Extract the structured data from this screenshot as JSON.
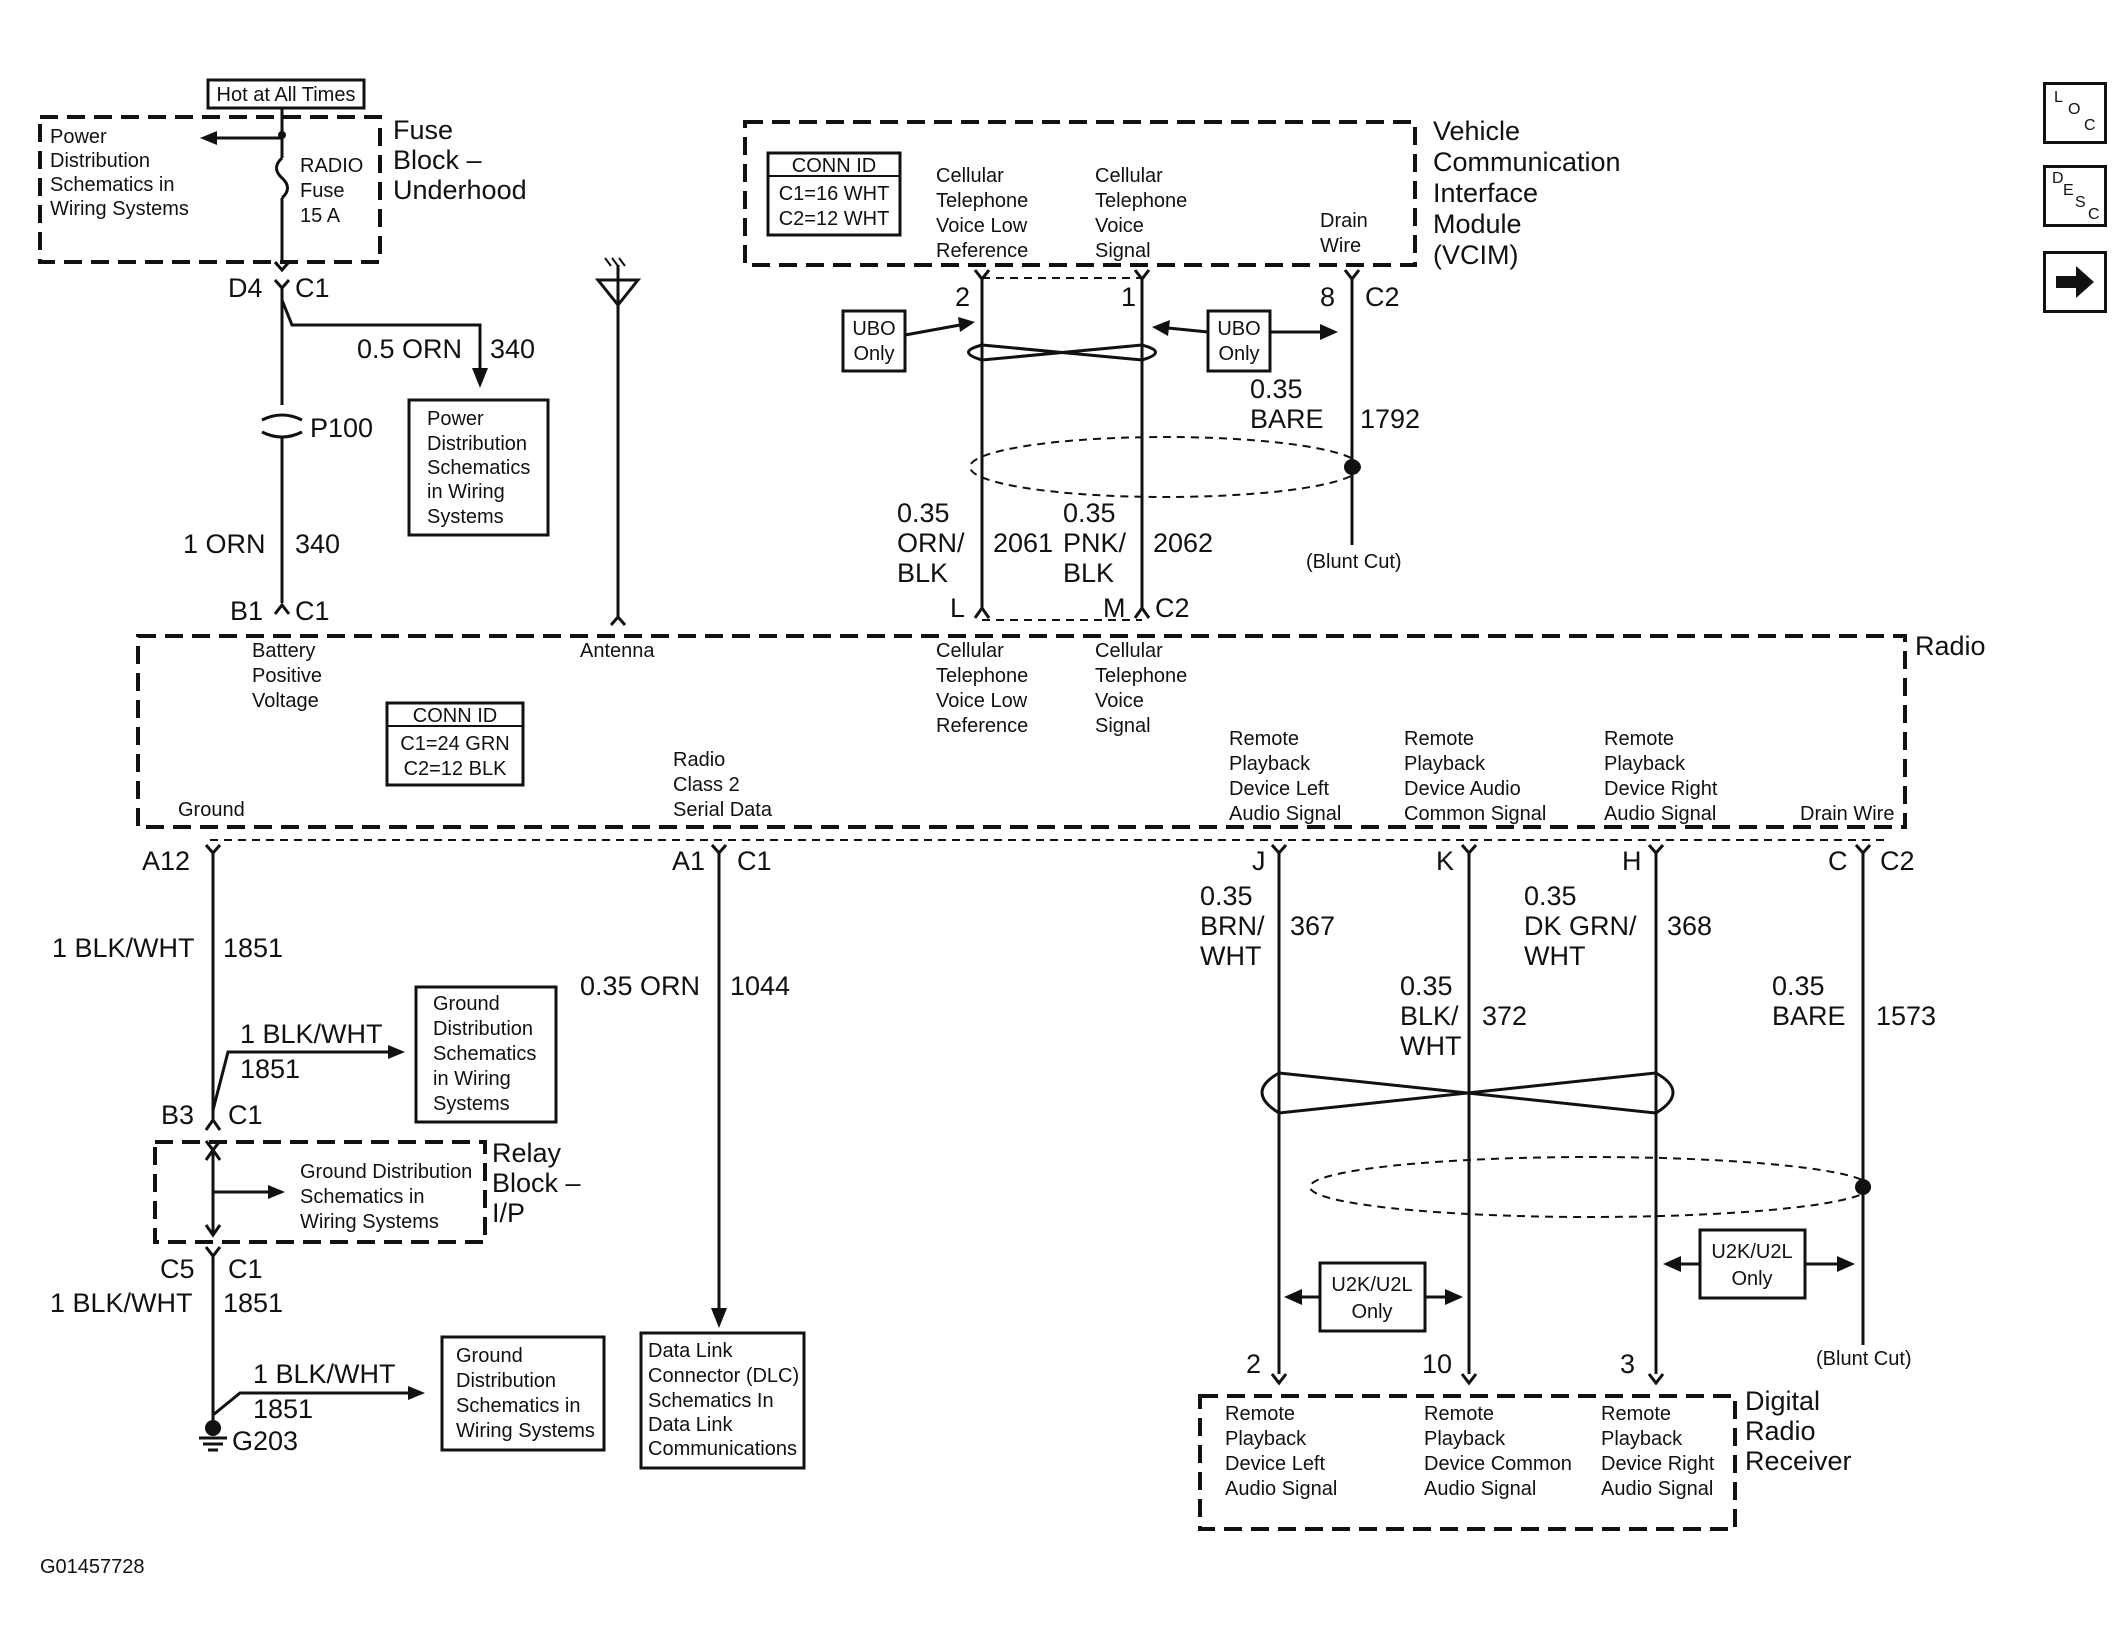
{
  "fuse_block": {
    "hot": "Hot at All Times",
    "power_ref": [
      "Power",
      "Distribution",
      "Schematics in",
      "Wiring Systems"
    ],
    "fuse": [
      "RADIO",
      "Fuse",
      "15 A"
    ],
    "title": [
      "Fuse",
      "Block –",
      "Underhood"
    ]
  },
  "splice_power": {
    "d4": "D4",
    "c1": "C1",
    "wire": "0.5 ORN",
    "circuit": "340",
    "p100": "P100",
    "ref": [
      "Power",
      "Distribution",
      "Schematics",
      "in Wiring",
      "Systems"
    ],
    "wire2": "1 ORN",
    "circuit2": "340",
    "b1": "B1",
    "c1b": "C1"
  },
  "vcim": {
    "title": [
      "Vehicle",
      "Communication",
      "Interface",
      "Module",
      "(VCIM)"
    ],
    "conn_head": "CONN ID",
    "conn_lines": [
      "C1=16 WHT",
      "C2=12 WHT"
    ],
    "pin_labels": [
      [
        "Cellular",
        "Telephone",
        "Voice Low",
        "Reference"
      ],
      [
        "Cellular",
        "Telephone",
        "Voice",
        "Signal"
      ],
      [
        "Drain",
        "Wire"
      ]
    ],
    "pins": [
      "2",
      "1",
      "8"
    ],
    "conn": "C2",
    "ubo": [
      "UBO",
      "Only"
    ],
    "bare_gauge": "0.35",
    "bare_color": "BARE",
    "bare_circuit": "1792",
    "blunt": "(Blunt Cut)",
    "w1_gauge": "0.35",
    "w1_color": [
      "ORN/",
      "BLK"
    ],
    "w1_circuit": "2061",
    "w2_gauge": "0.35",
    "w2_color": [
      "PNK/",
      "BLK"
    ],
    "w2_circuit": "2062",
    "radio_pins": [
      "L",
      "M"
    ],
    "radio_conn": "C2"
  },
  "radio": {
    "title": "Radio",
    "battery": [
      "Battery",
      "Positive",
      "Voltage"
    ],
    "antenna": "Antenna",
    "cell1": [
      "Cellular",
      "Telephone",
      "Voice Low",
      "Reference"
    ],
    "cell2": [
      "Cellular",
      "Telephone",
      "Voice",
      "Signal"
    ],
    "conn_head": "CONN ID",
    "conn_lines": [
      "C1=24 GRN",
      "C2=12 BLK"
    ],
    "class2": [
      "Radio",
      "Class 2",
      "Serial Data"
    ],
    "ground": "Ground",
    "rp_left": [
      "Remote",
      "Playback",
      "Device Left",
      "Audio Signal"
    ],
    "rp_common": [
      "Remote",
      "Playback",
      "Device Audio",
      "Common Signal"
    ],
    "rp_right": [
      "Remote",
      "Playback",
      "Device Right",
      "Audio Signal"
    ],
    "drain": "Drain Wire"
  },
  "ground_path": {
    "a12": "A12",
    "wire": "1 BLK/WHT",
    "circuit": "1851",
    "wire_b": "1 BLK/WHT",
    "circuit_b": "1851",
    "ref1": [
      "Ground",
      "Distribution",
      "Schematics",
      "in Wiring",
      "Systems"
    ],
    "b3": "B3",
    "c1": "C1",
    "relay_ref": [
      "Ground Distribution",
      "Schematics in",
      "Wiring Systems"
    ],
    "relay_title": [
      "Relay",
      "Block –",
      "I/P"
    ],
    "c5": "C5",
    "c1b": "C1",
    "wire2": "1 BLK/WHT",
    "circuit2": "1851",
    "wire3": "1 BLK/WHT",
    "circuit3": "1851",
    "g203": "G203",
    "ref2": [
      "Ground",
      "Distribution",
      "Schematics in",
      "Wiring Systems"
    ]
  },
  "data_path": {
    "a1": "A1",
    "c1": "C1",
    "wire": "0.35 ORN",
    "circuit": "1044",
    "dlc": [
      "Data Link",
      "Connector (DLC)",
      "Schematics In",
      "Data Link",
      "Communications"
    ]
  },
  "drr_path": {
    "pins_top": [
      "J",
      "K",
      "H",
      "C"
    ],
    "conn_top": "C2",
    "w_left": {
      "gauge": "0.35",
      "color": [
        "BRN/",
        "WHT"
      ],
      "circuit": "367"
    },
    "w_right": {
      "gauge": "0.35",
      "color": [
        "DK GRN/",
        "WHT"
      ],
      "circuit": "368"
    },
    "w_mid": {
      "gauge": "0.35",
      "color": [
        "BLK/",
        "WHT"
      ],
      "circuit": "372"
    },
    "w_bare": {
      "gauge": "0.35",
      "color": "BARE",
      "circuit": "1573"
    },
    "u2k": [
      "U2K/U2L",
      "Only"
    ],
    "blunt": "(Blunt Cut)",
    "pins_bottom": [
      "2",
      "10",
      "3"
    ],
    "title": [
      "Digital",
      "Radio",
      "Receiver"
    ],
    "lbl_left": [
      "Remote",
      "Playback",
      "Device Left",
      "Audio Signal"
    ],
    "lbl_mid": [
      "Remote",
      "Playback",
      "Device Common",
      "Audio Signal"
    ],
    "lbl_right": [
      "Remote",
      "Playback",
      "Device Right",
      "Audio Signal"
    ]
  },
  "figure_id": "G01457728",
  "nav": {
    "loc": [
      "L",
      "O",
      "C"
    ],
    "desc": [
      "D",
      "E",
      "S",
      "C"
    ],
    "next_icon": "arrow-right-icon"
  }
}
